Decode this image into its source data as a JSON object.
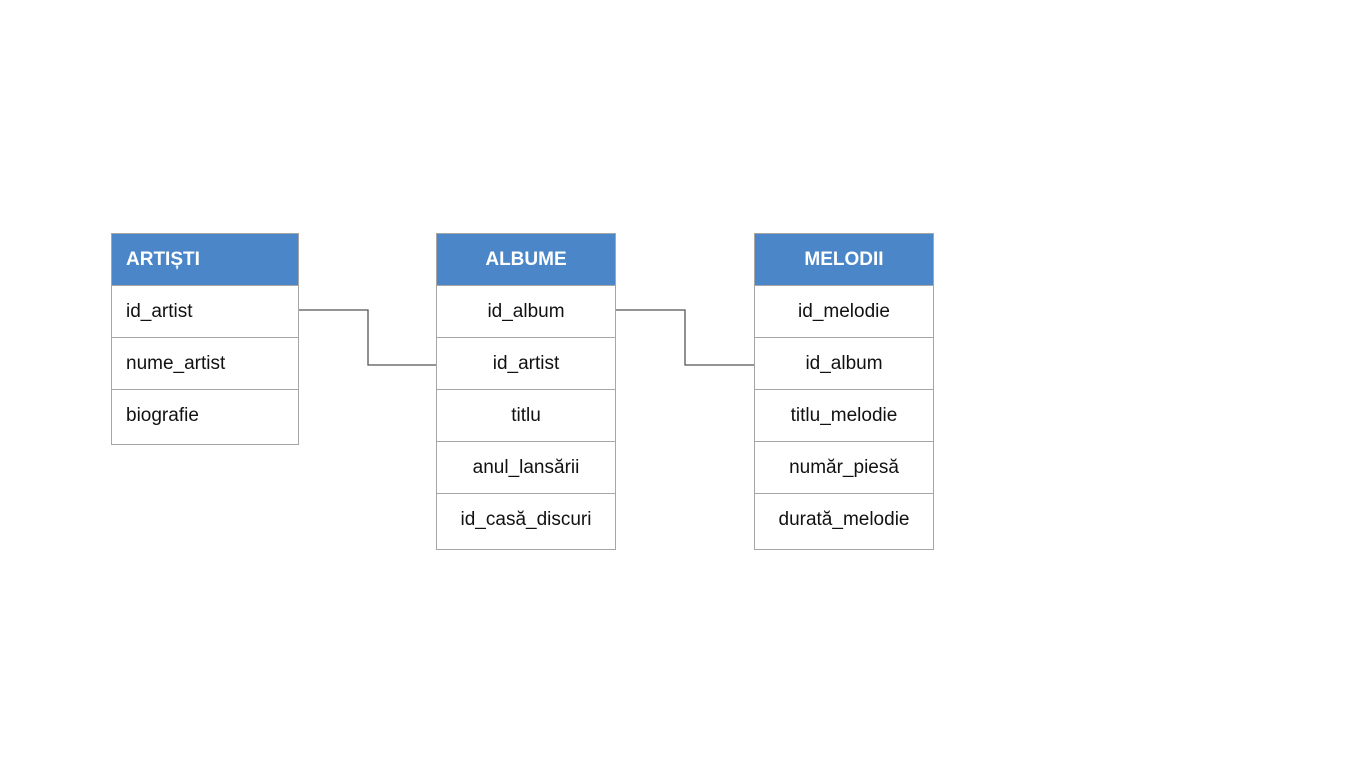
{
  "tables": {
    "artisti": {
      "title": "ARTIȘTI",
      "fields": [
        "id_artist",
        "nume_artist",
        "biografie"
      ]
    },
    "albume": {
      "title": "ALBUME",
      "fields": [
        "id_album",
        "id_artist",
        "titlu",
        "anul_lansării",
        "id_casă_discuri"
      ]
    },
    "melodii": {
      "title": "MELODII",
      "fields": [
        "id_melodie",
        "id_album",
        "titlu_melodie",
        "număr_piesă",
        "durată_melodie"
      ]
    }
  },
  "colors": {
    "header_bg": "#4a86c8",
    "header_text": "#ffffff",
    "border": "#a6a6a6",
    "connector": "#555555"
  }
}
